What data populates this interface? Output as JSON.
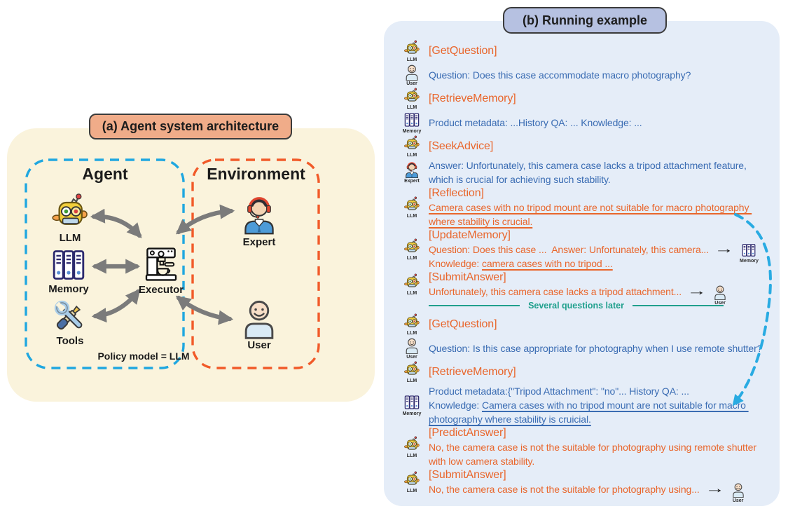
{
  "figure": {
    "panel_a": {
      "title": "(a) Agent system architecture",
      "agent_box_label": "Agent",
      "environment_box_label": "Environment",
      "nodes": {
        "llm": "LLM",
        "memory": "Memory",
        "tools": "Tools",
        "executor": "Executor",
        "expert": "Expert",
        "user": "User"
      },
      "policy_note": "Policy model = LLM",
      "colors": {
        "panel_bg": "#FAF3DC",
        "title_bg": "#F0AC89",
        "agent_border": "#1FA7E0",
        "environment_border": "#F15A29",
        "arrow": "#7B7B7B"
      }
    },
    "panel_b": {
      "title": "(b) Running example",
      "divider_text": "Several questions later",
      "colors": {
        "panel_bg": "#E5EDF8",
        "title_bg": "#B6C1E1",
        "action_text": "#E9662C",
        "content_text": "#3A6CB3",
        "divider": "#20A08D",
        "loop_arrow": "#29ABE2"
      },
      "rows": [
        {
          "icon": "llm",
          "icon_label": "LLM",
          "lines": [
            [
              {
                "t": "[GetQuestion]",
                "c": "o"
              }
            ]
          ]
        },
        {
          "icon": "user",
          "icon_label": "User",
          "lines": [
            [
              {
                "t": "Question: Does this case accommodate macro photography?",
                "c": "b"
              }
            ]
          ]
        },
        {
          "icon": "llm",
          "icon_label": "LLM",
          "lines": [
            [
              {
                "t": "[RetrieveMemory]",
                "c": "o"
              }
            ]
          ]
        },
        {
          "icon": "memory",
          "icon_label": "Memory",
          "lines": [
            [
              {
                "t": "Product metadata: ...History QA: ... Knowledge: ...",
                "c": "b"
              }
            ]
          ]
        },
        {
          "icon": "llm",
          "icon_label": "LLM",
          "lines": [
            [
              {
                "t": "[SeekAdvice]",
                "c": "o"
              }
            ]
          ]
        },
        {
          "icon": "expert",
          "icon_label": "Expert",
          "lines": [
            [
              {
                "t": "Answer: Unfortunately, this camera case lacks a tripod attachment feature,",
                "c": "b"
              }
            ],
            [
              {
                "t": "which is crucial for achieving such stability.",
                "c": "b"
              }
            ]
          ]
        },
        {
          "icon": "llm",
          "icon_label": "LLM",
          "lines": [
            [
              {
                "t": "[Reflection]",
                "c": "o"
              }
            ],
            [
              {
                "t": "Camera cases with no tripod mount are not suitable for macro photography ",
                "c": "o",
                "u": true
              }
            ],
            [
              {
                "t": "where stability is crucial.",
                "c": "o",
                "u": true
              }
            ]
          ]
        },
        {
          "icon": "llm",
          "icon_label": "LLM",
          "lines": [
            [
              {
                "t": "[UpdateMemory]",
                "c": "o"
              }
            ],
            [
              {
                "t": "Question: Does this case ...  Answer: Unfortunately, this camera...",
                "c": "o"
              },
              {
                "arrow": true
              },
              {
                "icon": "memory",
                "icon_label": "Memory"
              }
            ],
            [
              {
                "t": "Knowledge: ",
                "c": "o"
              },
              {
                "t": "camera cases with no tripod ...",
                "c": "o",
                "u": true
              }
            ]
          ]
        },
        {
          "icon": "llm",
          "icon_label": "LLM",
          "lines": [
            [
              {
                "t": "[SubmitAnswer]",
                "c": "o"
              }
            ],
            [
              {
                "t": "Unfortunately, this camera case lacks a tripod attachment...",
                "c": "o"
              },
              {
                "arrow": true
              },
              {
                "icon": "user",
                "icon_label": "User"
              }
            ]
          ]
        },
        {
          "divider": true
        },
        {
          "icon": "llm",
          "icon_label": "LLM",
          "lines": [
            [
              {
                "t": "[GetQuestion]",
                "c": "o"
              }
            ]
          ]
        },
        {
          "icon": "user",
          "icon_label": "User",
          "lines": [
            [
              {
                "t": "Question: Is this case appropriate for photography when I use remote shutter?",
                "c": "b"
              }
            ]
          ]
        },
        {
          "icon": "llm",
          "icon_label": "LLM",
          "lines": [
            [
              {
                "t": "[RetrieveMemory]",
                "c": "o"
              }
            ]
          ]
        },
        {
          "icon": "memory",
          "icon_label": "Memory",
          "lines": [
            [
              {
                "t": "Product metadata:{\"Tripod Attachment\": \"no\"... History QA: ...",
                "c": "b"
              }
            ],
            [
              {
                "t": "Knowledge: ",
                "c": "b"
              },
              {
                "t": "Camera cases with no tripod mount are not suitable for macro ",
                "c": "b",
                "u": true
              }
            ],
            [
              {
                "t": "photography where stability is cruicial.",
                "c": "b",
                "u": true
              }
            ]
          ]
        },
        {
          "icon": "llm",
          "icon_label": "LLM",
          "lines": [
            [
              {
                "t": "[PredictAnswer]",
                "c": "o"
              }
            ],
            [
              {
                "t": "No, the camera case is not the suitable for photography using remote shutter",
                "c": "o"
              }
            ],
            [
              {
                "t": "with low camera stability.",
                "c": "o"
              }
            ]
          ]
        },
        {
          "icon": "llm",
          "icon_label": "LLM",
          "lines": [
            [
              {
                "t": "[SubmitAnswer]",
                "c": "o"
              }
            ],
            [
              {
                "t": "No, the camera case is not the suitable for photography using...",
                "c": "o"
              },
              {
                "arrow": true
              },
              {
                "icon": "user",
                "icon_label": "User"
              }
            ]
          ]
        }
      ]
    }
  }
}
